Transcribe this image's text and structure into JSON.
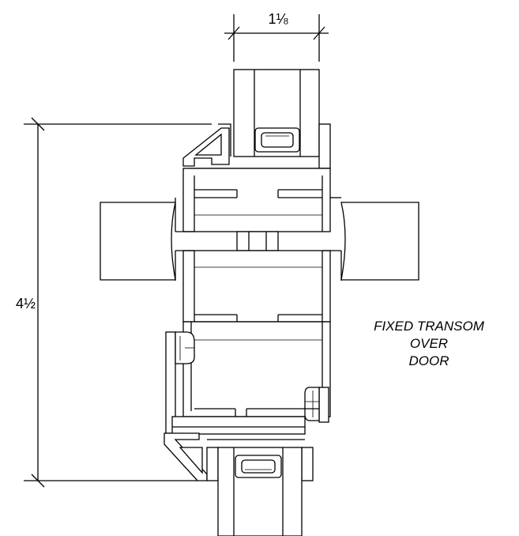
{
  "dimensions": {
    "width_label": "1⅛",
    "height_label": "4½"
  },
  "note": {
    "lines": [
      "FIXED TRANSOM",
      "OVER",
      "DOOR"
    ]
  }
}
